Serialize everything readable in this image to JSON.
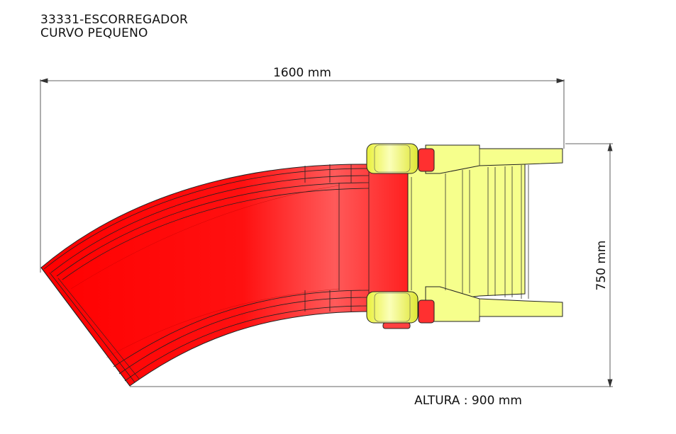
{
  "drawing": {
    "title_line1": "33331-ESCORREGADOR",
    "title_line2": "CURVO PEQUENO",
    "dim_width": "1600 mm",
    "dim_depth": "750 mm",
    "height_note": "ALTURA : 900 mm"
  },
  "colors": {
    "slide": "#ff1a1a",
    "slide_dark": "#d40000",
    "ladder": "#f7ff8a",
    "ladder_shade": "#e6ee55",
    "line": "#222222"
  }
}
